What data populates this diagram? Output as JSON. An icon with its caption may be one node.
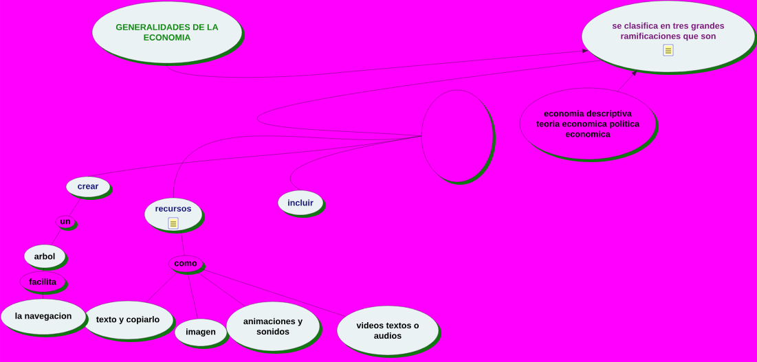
{
  "diagram": {
    "nodes": [
      {
        "text": [
          "GENERALIDADES DE LA ECONOMIA"
        ]
      },
      {
        "text": [
          "se clasifica en tres grandes ramificaciones que son"
        ]
      },
      {
        "text": [],
        "shape": "circle"
      },
      {
        "text": [
          "economia descriptiva teoria economica politica economica"
        ]
      },
      {
        "text": [
          "crear"
        ]
      },
      {
        "text": [
          "un"
        ]
      },
      {
        "text": [
          "arbol"
        ]
      },
      {
        "text": [
          "facilita"
        ]
      },
      {
        "text": [
          "la navegacion"
        ]
      },
      {
        "text": [
          "recursos"
        ]
      },
      {
        "text": [
          "incluir"
        ]
      },
      {
        "text": [
          "como"
        ]
      },
      {
        "text": [
          "texto y copiarlo"
        ]
      },
      {
        "text": [
          "imagen"
        ]
      },
      {
        "text": [
          "animaciones y sonidos"
        ]
      },
      {
        "text": [
          "videos textos o audios"
        ]
      }
    ],
    "edges": [
      {
        "from": 0,
        "to": 1,
        "arrow": "to"
      },
      {
        "from": 2,
        "to": 1,
        "arrow": "none"
      },
      {
        "from": 3,
        "to": 1,
        "arrow": "to"
      },
      {
        "from": 2,
        "to": 4,
        "arrow": "none"
      },
      {
        "from": 2,
        "to": 9,
        "arrow": "none"
      },
      {
        "from": 2,
        "to": 10,
        "arrow": "none"
      },
      {
        "from": 4,
        "to": 5,
        "arrow": "none"
      },
      {
        "from": 5,
        "to": 6,
        "arrow": "none"
      },
      {
        "from": 6,
        "to": 7,
        "arrow": "none"
      },
      {
        "from": 7,
        "to": 8,
        "arrow": "none"
      },
      {
        "from": 9,
        "to": 11,
        "arrow": "none"
      },
      {
        "from": 11,
        "to": 12,
        "arrow": "none"
      },
      {
        "from": 11,
        "to": 13,
        "arrow": "none"
      },
      {
        "from": 11,
        "to": 14,
        "arrow": "none"
      },
      {
        "from": 11,
        "to": 15,
        "arrow": "none"
      }
    ]
  }
}
